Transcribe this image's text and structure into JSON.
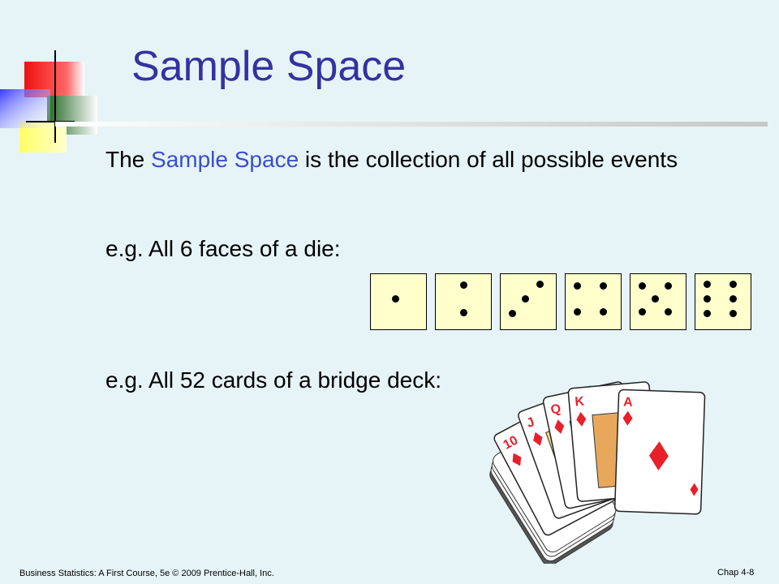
{
  "slide": {
    "title": "Sample Space",
    "definition_prefix": "The ",
    "definition_term": "Sample Space",
    "definition_suffix": " is the collection of all possible events",
    "example_die": "e.g. All 6 faces of a die:",
    "example_cards": "e.g. All 52 cards of a bridge deck:"
  },
  "dice_faces": [
    1,
    2,
    3,
    4,
    5,
    6
  ],
  "cards_illustration": {
    "icon": "royal-flush-diamonds-icon",
    "ranks": [
      "10",
      "J",
      "Q",
      "K",
      "A"
    ],
    "suit": "diamond"
  },
  "footer": {
    "left": "Business Statistics: A First Course, 5e © 2009 Prentice-Hall, Inc.",
    "right": "Chap 4-8"
  },
  "colors": {
    "title": "#3333a0",
    "highlight": "#3a4fc8",
    "background": "#e6f4f7",
    "die_face": "#ffffcc",
    "card_red": "#e8202a"
  }
}
